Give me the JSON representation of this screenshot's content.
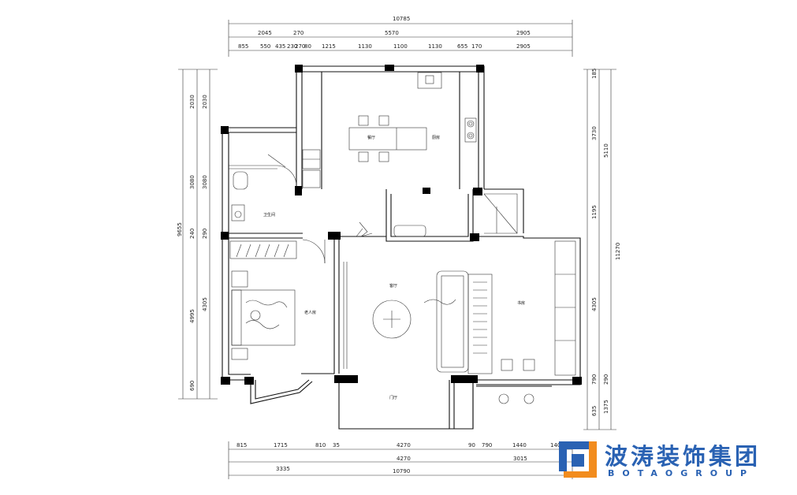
{
  "colors": {
    "line": "#111111",
    "brand_blue": "#2a62b3",
    "brand_orange": "#f28c1e"
  },
  "dims_top_total": "10785",
  "dims_top_row2": [
    "2045",
    "270",
    "5570",
    "2905"
  ],
  "dims_top_row3": [
    "855",
    "550",
    "435",
    "230",
    "270",
    "80",
    "1215",
    "1130",
    "1100",
    "1130",
    "655",
    "170",
    "2905"
  ],
  "dims_bottom_row1": [
    "815",
    "1715",
    "810",
    "35",
    "4270",
    "90",
    "790",
    "1440",
    "1400"
  ],
  "dims_bottom_row2": [
    "3335",
    "4270",
    "3015"
  ],
  "dims_bottom_total": "10790",
  "dims_left_outer": "9655",
  "dims_left_col2": [
    "2030",
    "3080",
    "240",
    "4995",
    "690"
  ],
  "dims_left_col3": [
    "2030",
    "3080",
    "290",
    "4305"
  ],
  "dims_right_col1": [
    "185",
    "3730",
    "1195",
    "4305",
    "790",
    "635"
  ],
  "dims_right_col2": [
    "5110",
    "290",
    "1375"
  ],
  "dims_right_total": "11270",
  "rooms": {
    "dining": "餐厅",
    "kitchen": "厨房",
    "bathroom": "卫生间",
    "bedroom": "老人房",
    "living": "客厅",
    "study": "书房",
    "foyer": "门厅"
  },
  "brand": {
    "name": "波涛装饰集团",
    "sub": "BOTAOGROUP"
  }
}
